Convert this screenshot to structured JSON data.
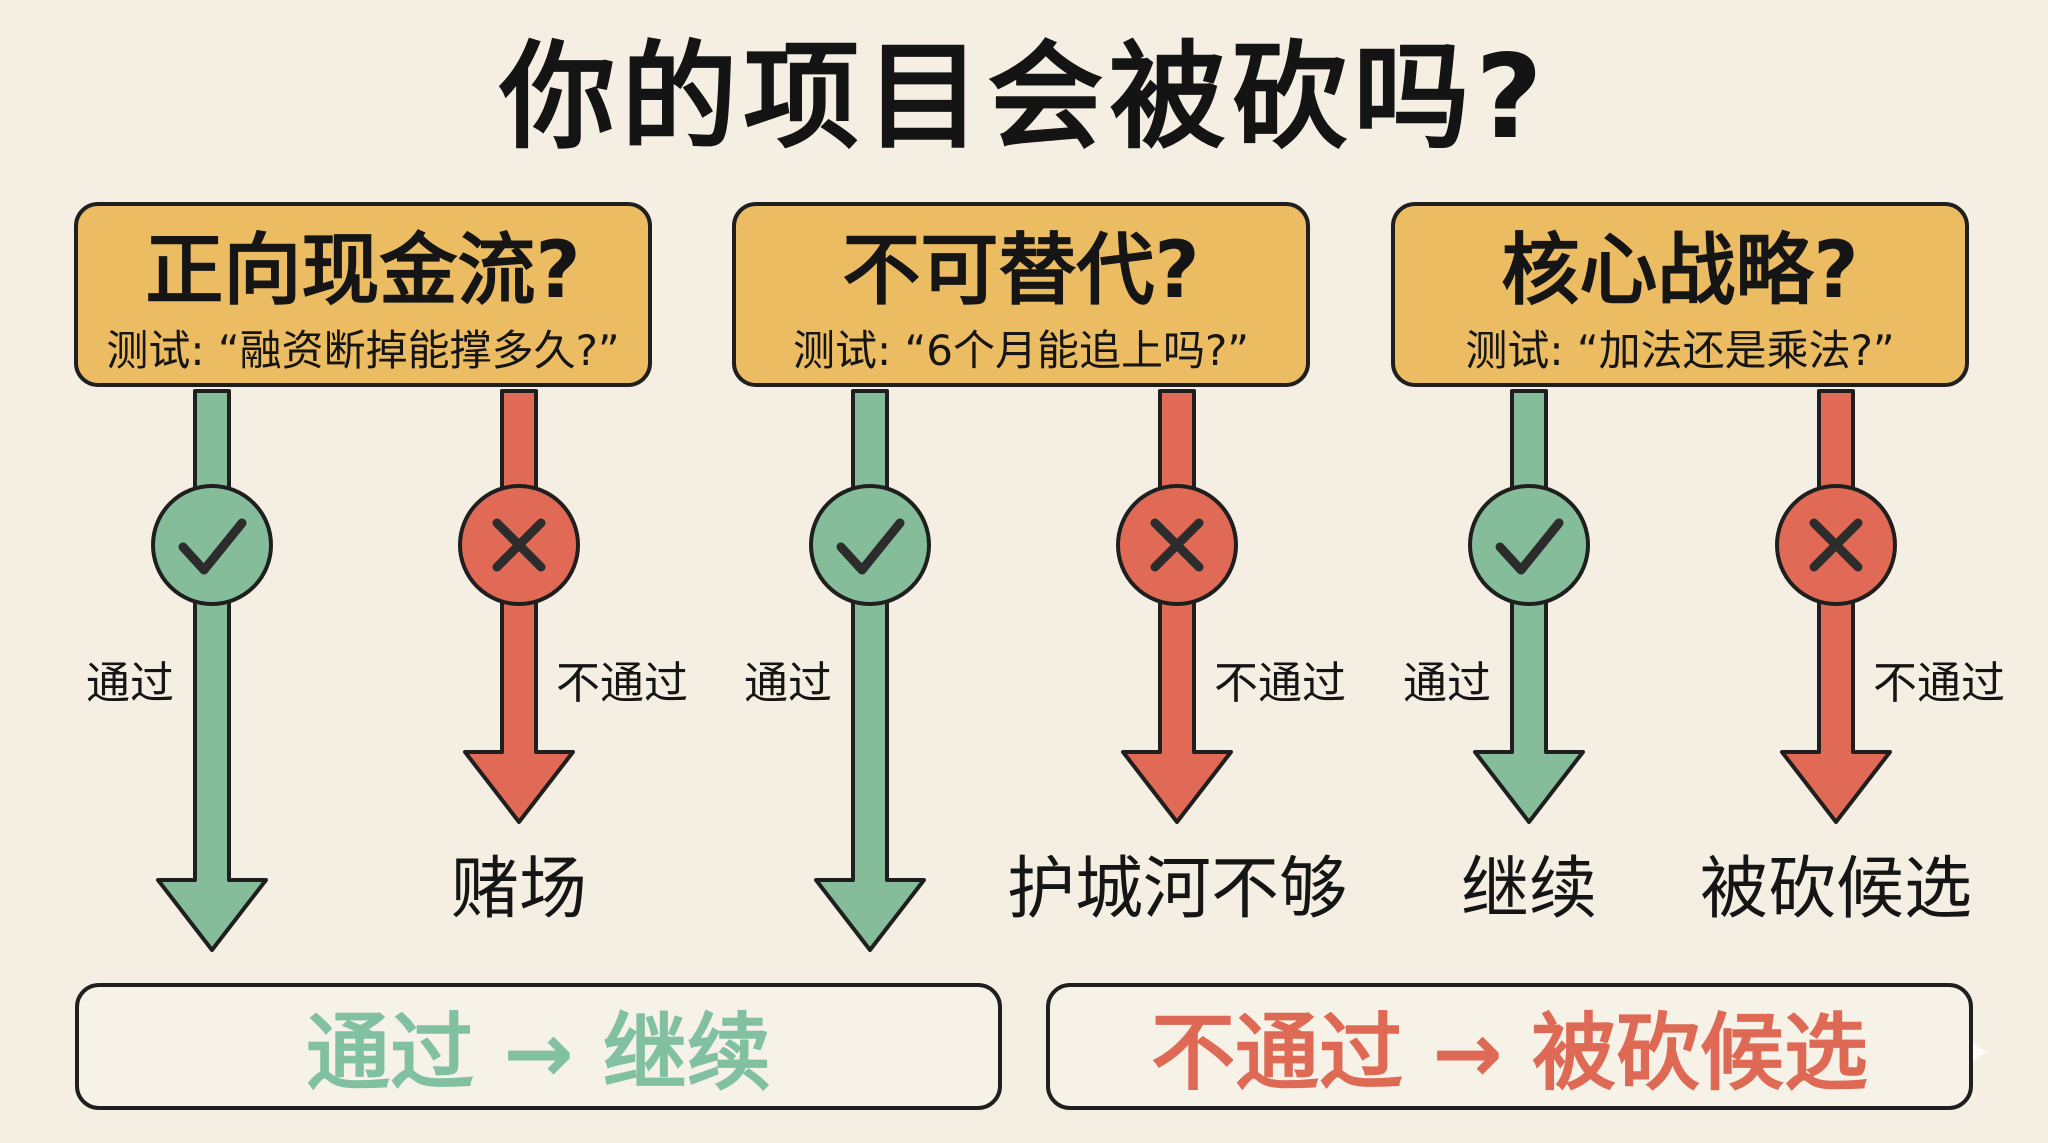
{
  "title": "你的项目会被砍吗?",
  "colors": {
    "background": "#f5efe3",
    "box_fill": "#ebbc62",
    "pass_green": "#85bd9a",
    "fail_red": "#e06a55"
  },
  "criteria": [
    {
      "title": "正向现金流?",
      "test": "测试: “融资断掉能撑多久?”",
      "pass_label": "通过",
      "fail_label": "不通过",
      "pass_result": "",
      "fail_result": "赌场",
      "pass_icon": "check-icon",
      "fail_icon": "cross-icon"
    },
    {
      "title": "不可替代?",
      "test": "测试: “6个月能追上吗?”",
      "pass_label": "通过",
      "fail_label": "不通过",
      "pass_result": "",
      "fail_result": "护城河不够",
      "pass_icon": "check-icon",
      "fail_icon": "cross-icon"
    },
    {
      "title": "核心战略?",
      "test": "测试: “加法还是乘法?”",
      "pass_label": "通过",
      "fail_label": "不通过",
      "pass_result": "继续",
      "fail_result": "被砍候选",
      "pass_icon": "check-icon",
      "fail_icon": "cross-icon"
    }
  ],
  "footer": {
    "pass_summary": "通过 → 继续",
    "fail_summary": "不通过 → 被砍候选"
  }
}
